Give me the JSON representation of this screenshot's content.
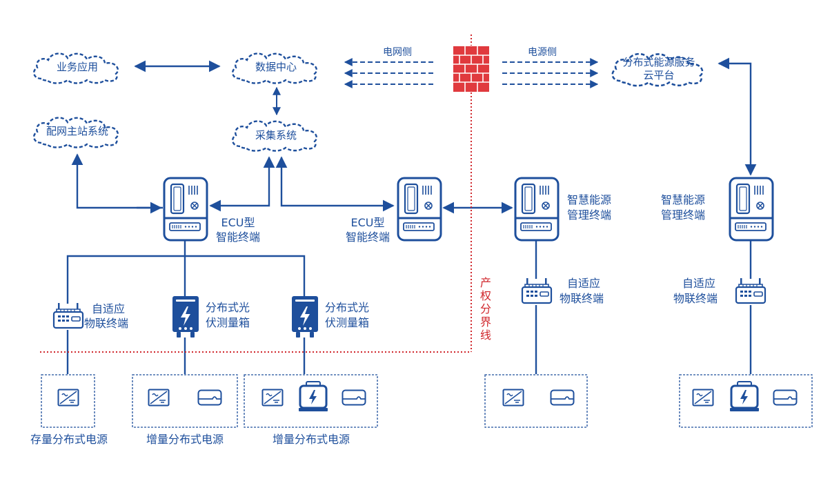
{
  "clouds": {
    "business_app": "业务应用",
    "data_center": "数据中心",
    "dist_master": "配网主站系统",
    "collection": "采集系统",
    "cloud_platform_line1": "分布式能源服务",
    "cloud_platform_line2": "云平台"
  },
  "boundary": {
    "grid_side": "电网侧",
    "power_side": "电源侧",
    "property_line": "产权分界线"
  },
  "terminals": {
    "ecu1_line1": "ECU型",
    "ecu1_line2": "智能终端",
    "ecu2_line1": "ECU型",
    "ecu2_line2": "智能终端",
    "smart1_line1": "智慧能源",
    "smart1_line2": "管理终端",
    "smart2_line1": "智慧能源",
    "smart2_line2": "管理终端"
  },
  "devices": {
    "iot1_line1": "自适应",
    "iot1_line2": "物联终端",
    "iot2_line1": "自适应",
    "iot2_line2": "物联终端",
    "iot3_line1": "自适应",
    "iot3_line2": "物联终端",
    "pv1_line1": "分布式光",
    "pv1_line2": "伏测量箱",
    "pv2_line1": "分布式光",
    "pv2_line2": "伏测量箱"
  },
  "sources": {
    "existing": "存量分布式电源",
    "incremental1": "增量分布式电源",
    "incremental2": "增量分布式电源"
  },
  "colors": {
    "primary": "#1e4f9c",
    "accent_red": "#d0262b",
    "firewall": "#e03a3e"
  }
}
